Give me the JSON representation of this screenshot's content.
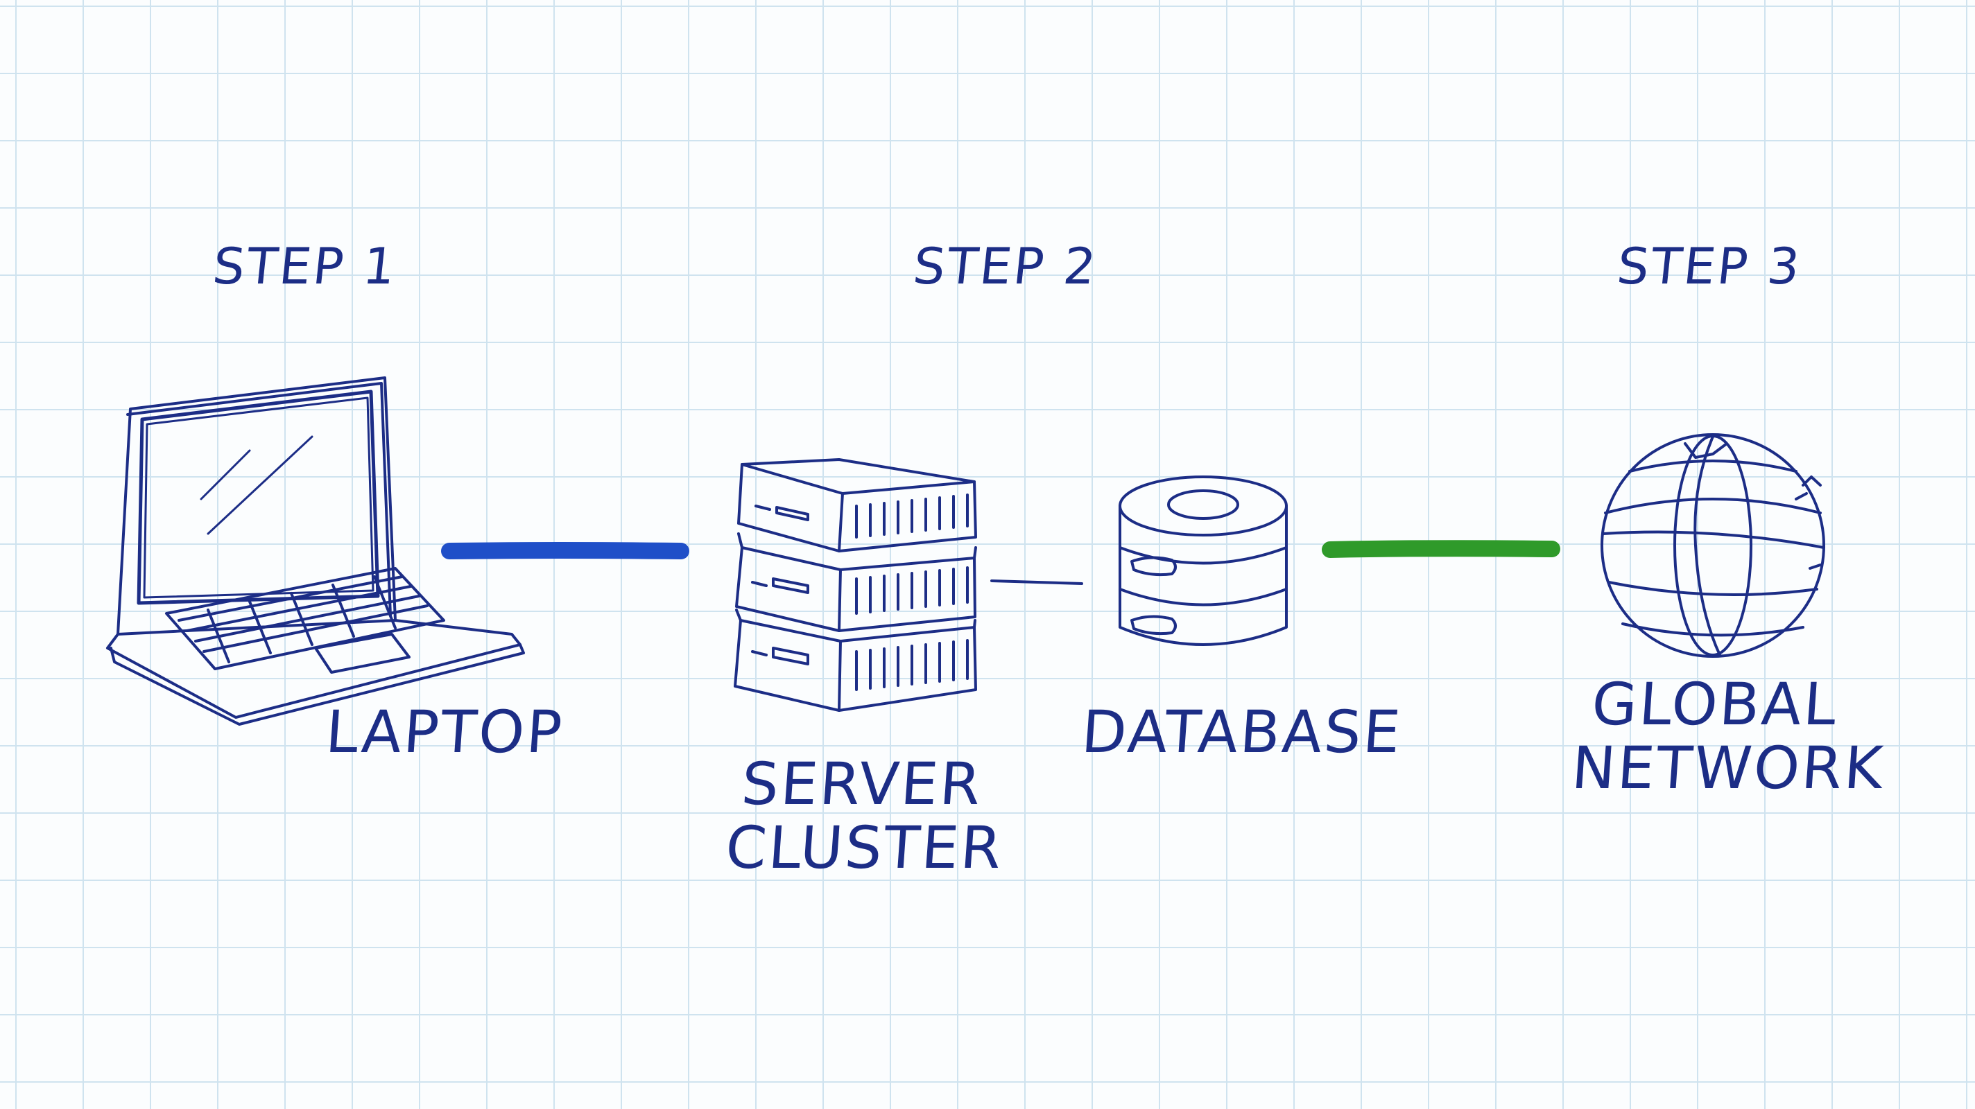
{
  "steps": {
    "step1": "STEP 1",
    "step2": "STEP 2",
    "step3": "STEP 3"
  },
  "nodes": {
    "laptop": "LAPTOP",
    "server_line1": "SERVER",
    "server_line2": "CLUSTER",
    "database": "DATABASE",
    "global_line1": "GLOBAL",
    "global_line2": "NETWORK"
  },
  "icons": [
    "laptop-icon",
    "server-cluster-icon",
    "database-icon",
    "globe-icon"
  ],
  "colors": {
    "ink": "#1c2d86",
    "connector_blue": "#1f4fc8",
    "connector_green": "#2f9a2a",
    "grid": "#cfe3ef",
    "paper": "#fbfdfe"
  }
}
